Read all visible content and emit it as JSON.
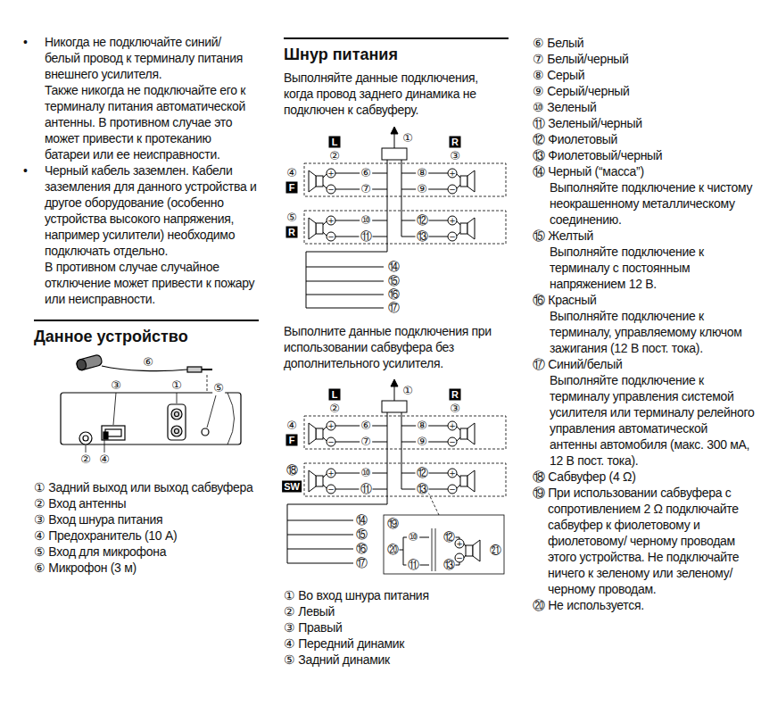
{
  "diagram": {
    "nodes": [
      {
        "text": [
          "L"
        ]
      },
      {
        "text": [
          "R"
        ]
      },
      {
        "text": [
          "F"
        ]
      },
      {
        "text": [
          "R"
        ]
      },
      {
        "text": [
          "L"
        ]
      },
      {
        "text": [
          "R"
        ]
      },
      {
        "text": [
          "F"
        ]
      },
      {
        "text": [
          "SW"
        ]
      }
    ],
    "labels": [
      "•",
      "Никогда не подключайте синий/ белый провод к терминалу питания внешнего усилителя.",
      "Также никогда не подключайте его к терминалу питания автоматической антенны. В противном случае это может привести к протеканию батареи или ее неисправности.",
      "•",
      "Черный кабель заземлен. Кабели заземления для данного устройства и другое оборудование (особенно устройства высокого напряжения, например усилители) необходимо подключать отдельно.",
      "В противном случае случайное отключение может привести к пожару или неисправности.",
      "Данное устройство",
      "⑥",
      "③",
      "①",
      "⑤",
      "②",
      "④",
      "① Задний выход или выход сабвуфера",
      "② Вход антенны",
      "③ Вход шнура питания",
      "④ Предохранитель (10 A)",
      "⑤ Вход для микрофона",
      "⑥ Микрофон (3 м)",
      "Шнур питания",
      "Выполняйте данные подключения, когда провод заднего динамика не подключен к сабвуферу.",
      "①",
      "②",
      "③",
      "④",
      "⑤",
      "⑥",
      "⑦",
      "⑧",
      "⑨",
      "⑩",
      "⑪",
      "⑫",
      "⑬",
      "⑭",
      "⑮",
      "⑯",
      "⑰",
      "+",
      "−",
      "+",
      "−",
      "+",
      "−",
      "+",
      "−",
      "Выполните данные подключения при использовании сабвуфера без дополнительного усилителя.",
      "①",
      "②",
      "③",
      "④",
      "⑱",
      "⑥",
      "⑦",
      "⑧",
      "⑨",
      "⑩",
      "⑪",
      "⑫",
      "⑬",
      "⑭",
      "⑮",
      "⑯",
      "⑰",
      "+",
      "−",
      "+",
      "−",
      "+",
      "−",
      "+",
      "−",
      "⑲",
      "⑳",
      "⑩",
      "⑪",
      "⑫",
      "⑬",
      "+",
      "−",
      "㉑",
      "① Во вход шнура питания",
      "② Левый",
      "③ Правый",
      "④ Передний динамик",
      "⑤ Задний динамик",
      "⑥ Белый",
      "⑦ Белый/черный",
      "⑧ Серый",
      "⑨ Серый/черный",
      "⑩ Зеленый",
      "⑪ Зеленый/черный",
      "⑫ Фиолетовый",
      "⑬ Фиолетовый/черный",
      "⑭ Черный (“масса”)",
      "Выполняйте подключение к чистому неокрашенному металлическому соединению.",
      "⑮ Желтый",
      "Выполняйте подключение к терминалу с постоянным напряжением 12 В.",
      "⑯ Красный",
      "Выполняйте подключение к терминалу, управляемому ключом зажигания (12 В пост. тока).",
      "⑰ Синий/белый",
      "Выполняйте подключение к терминалу управления системой усилителя или терминалу релейного управления автоматической антенны автомобиля (макс. 300 мА, 12 В пост. тока).",
      "⑱ Сабвуфер (4 Ω)",
      "⑲ При использовании сабвуфера с сопротивлением 2 Ω подключайте сабвуфер к фиолетовому и фиолетовому/ черному проводам этого устройства. Не подключайте ничего к зеленому или зеленому/ черному проводам.",
      "⑳ Не используется."
    ]
  }
}
